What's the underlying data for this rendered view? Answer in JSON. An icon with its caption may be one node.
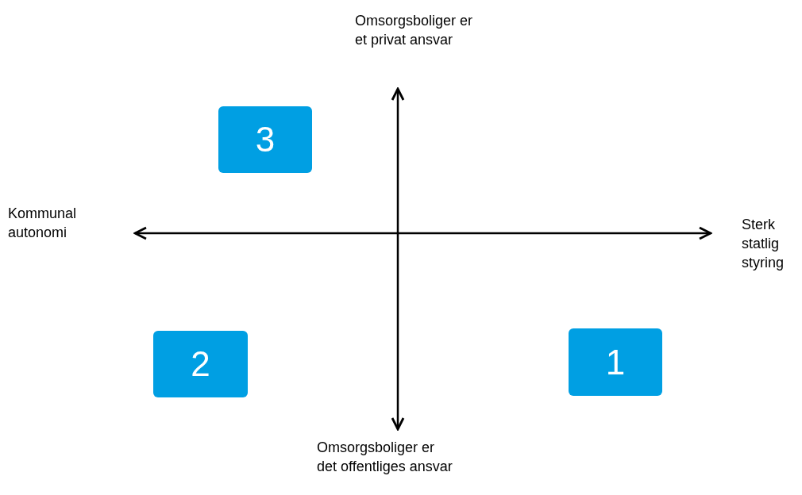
{
  "diagram": {
    "nodes": [
      {
        "text": [
          "3"
        ]
      },
      {
        "text": [
          "2"
        ]
      },
      {
        "text": [
          "1"
        ]
      }
    ],
    "labels": [
      "Omsorgsboliger er et privat ansvar",
      "Kommunal autonomi",
      "Sterk statlig styring",
      "Omsorgsboliger er det offentliges ansvar"
    ]
  }
}
